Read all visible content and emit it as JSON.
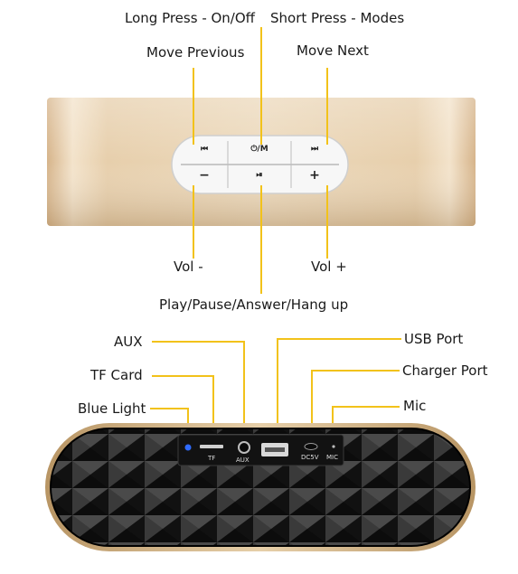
{
  "top_section": {
    "labels": {
      "long_press": "Long Press - On/Off",
      "short_press": "Short Press - Modes",
      "move_previous": "Move Previous",
      "move_next": "Move Next",
      "vol_minus": "Vol -",
      "vol_plus": "Vol +",
      "play_pause": "Play/Pause/Answer/Hang up"
    },
    "buttons": {
      "prev": "⏮",
      "power_mode": "⏻/M",
      "next": "⏭",
      "minus": "−",
      "play": "⏯",
      "plus": "+"
    }
  },
  "bottom_section": {
    "labels": {
      "aux": "AUX",
      "tf_card": "TF Card",
      "blue_light": "Blue Light",
      "usb_port": "USB Port",
      "charger_port": "Charger Port",
      "mic": "Mic"
    },
    "panel_text": {
      "tf": "TF",
      "aux": "AUX",
      "dc5v": "DC5V",
      "mic": "MIC"
    }
  },
  "colors": {
    "callout_line": "#f2c21a",
    "gold": "#d9b88a",
    "speaker_body": "#2a2a2a",
    "led": "#2f6bff"
  }
}
